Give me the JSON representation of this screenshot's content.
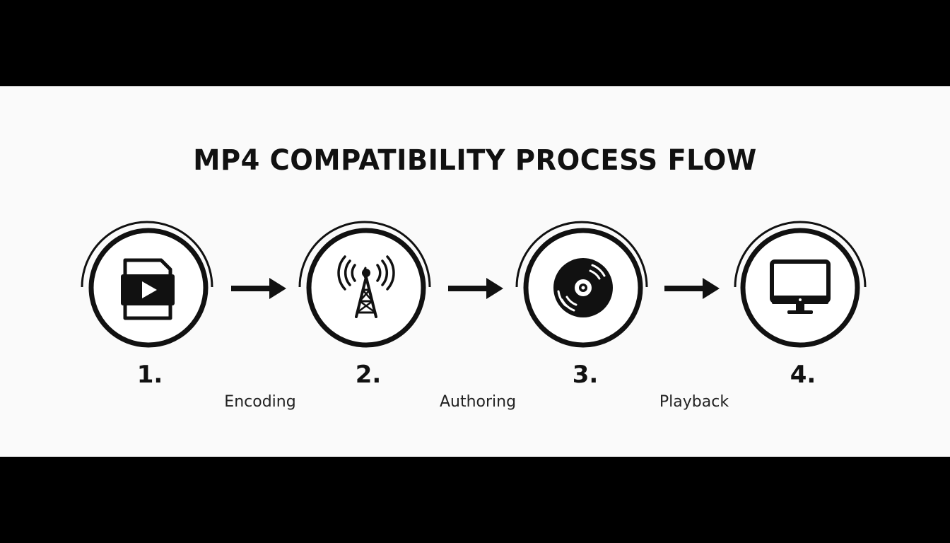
{
  "title": "MP4 COMPATIBILITY PROCESS FLOW",
  "steps": [
    {
      "number": "1.",
      "icon": "video-file-icon"
    },
    {
      "number": "2.",
      "icon": "broadcast-tower-icon"
    },
    {
      "number": "3.",
      "icon": "disc-icon"
    },
    {
      "number": "4.",
      "icon": "monitor-icon"
    }
  ],
  "connectors": [
    {
      "label": "Encoding"
    },
    {
      "label": "Authoring"
    },
    {
      "label": "Playback"
    }
  ],
  "colors": {
    "background": "#fafafa",
    "letterbox": "#000000",
    "ink": "#111111"
  }
}
